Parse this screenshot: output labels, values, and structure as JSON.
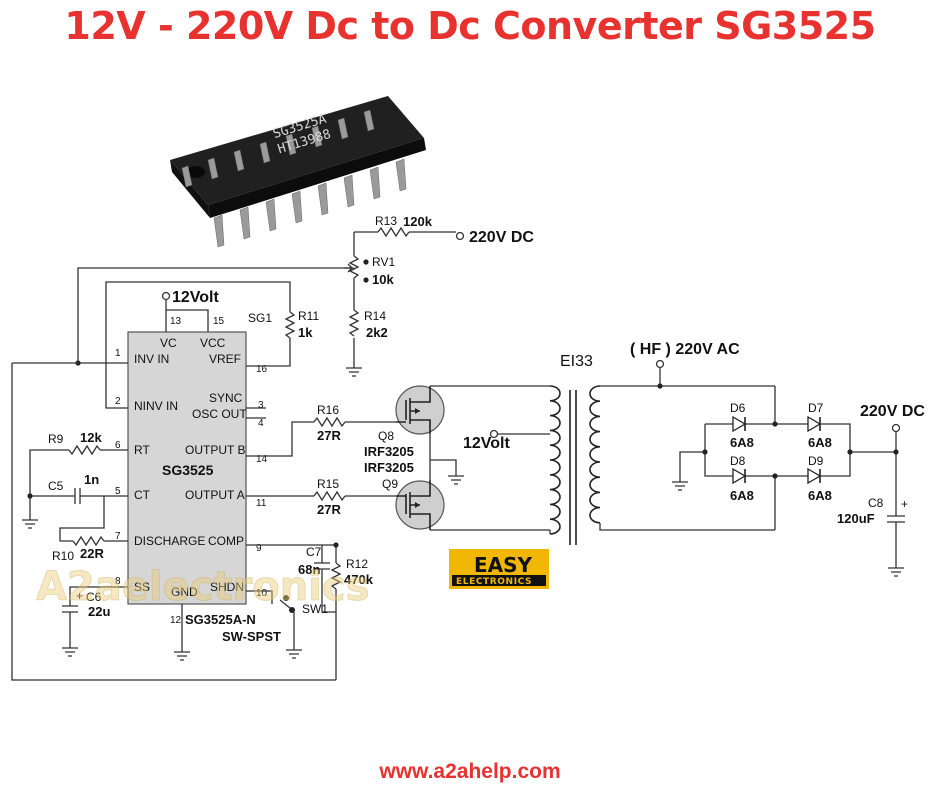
{
  "title": "12V - 220V Dc to Dc Converter SG3525",
  "footer": "www.a2ahelp.com",
  "watermark": "A2aelectronics",
  "logo": {
    "line1": "EASY",
    "line2": "ELECTRONICS",
    "bg": "#f2b705"
  },
  "chip_photo": {
    "marking1": "SG3525A",
    "marking2": "HT13988"
  },
  "ic": {
    "name": "SG3525",
    "ref": "SG1",
    "part": "SG3525A-N",
    "pins": {
      "vc": "VC",
      "vcc": "VCC",
      "inv": "INV IN",
      "ninv": "NINV IN",
      "rt": "RT",
      "ct": "CT",
      "discharge": "DISCHARGE",
      "ss": "SS",
      "gnd": "GND",
      "vref": "VREF",
      "sync": "SYNC",
      "osc": "OSC OUT",
      "outb": "OUTPUT B",
      "outa": "OUTPUT A",
      "comp": "COMP",
      "shdn": "SHDN"
    },
    "pin_numbers": {
      "p1": "1",
      "p2": "2",
      "p3": "3",
      "p4": "4",
      "p5": "5",
      "p6": "6",
      "p7": "7",
      "p8": "8",
      "p9": "9",
      "p10": "10",
      "p11": "11",
      "p12": "12",
      "p13": "13",
      "p14": "14",
      "p15": "15",
      "p16": "16"
    }
  },
  "supply_label": "12Volt",
  "components": {
    "r13": {
      "ref": "R13",
      "value": "120k"
    },
    "rv1": {
      "ref": "RV1",
      "value": "10k"
    },
    "r14": {
      "ref": "R14",
      "value": "2k2"
    },
    "r11": {
      "ref": "R11",
      "value": "1k"
    },
    "r9": {
      "ref": "R9",
      "value": "12k"
    },
    "c5": {
      "ref": "C5",
      "value": "1n"
    },
    "r10": {
      "ref": "R10",
      "value": "22R"
    },
    "c6": {
      "ref": "C6",
      "value": "22u"
    },
    "r16": {
      "ref": "R16",
      "value": "27R"
    },
    "r15": {
      "ref": "R15",
      "value": "27R"
    },
    "q8": {
      "ref": "Q8",
      "value": "IRF3205"
    },
    "q9": {
      "ref": "Q9",
      "value": "IRF3205"
    },
    "c7": {
      "ref": "C7",
      "value": "68n"
    },
    "r12": {
      "ref": "R12",
      "value": "470k"
    },
    "sw1": {
      "ref": "SW1",
      "value": "SW-SPST"
    },
    "d6": {
      "ref": "D6",
      "value": "6A8"
    },
    "d7": {
      "ref": "D7",
      "value": "6A8"
    },
    "d8": {
      "ref": "D8",
      "value": "6A8"
    },
    "d9": {
      "ref": "D9",
      "value": "6A8"
    },
    "c8": {
      "ref": "C8",
      "value": "120uF"
    }
  },
  "labels": {
    "out_dc_top": "220V DC",
    "transformer": "EI33",
    "hf_ac": "( HF ) 220V AC",
    "out_dc": "220V DC",
    "center_tap": "12Volt",
    "cap_plus": "+"
  }
}
